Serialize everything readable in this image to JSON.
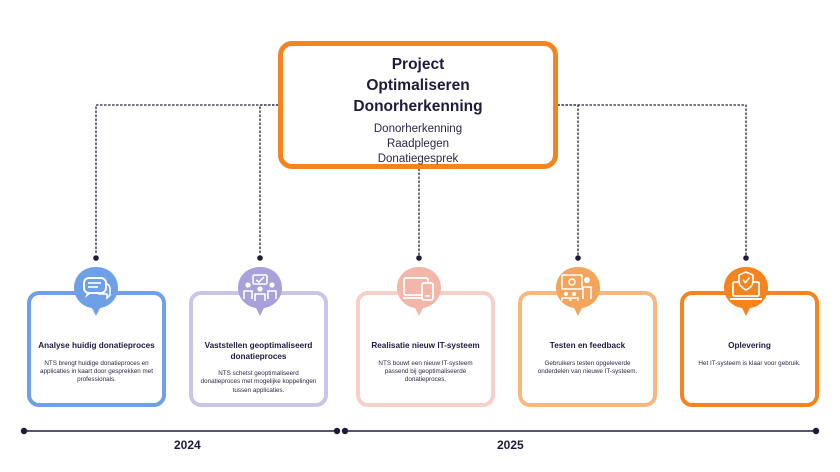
{
  "project": {
    "title_lines": [
      "Project",
      "Optimaliseren",
      "Donorherkenning"
    ],
    "sub_lines": [
      "Donorherkenning",
      "Raadplegen",
      "Donatiegesprek"
    ]
  },
  "phases": [
    {
      "title": "Analyse huidig donatieproces",
      "description": "NTS brengt huidige donatieproces en applicaties in kaart door gesprekken met professionals.",
      "icon": "chat-bubbles-icon",
      "color": "#6f9fe6"
    },
    {
      "title": "Vaststellen geoptimaliseerd donatieproces",
      "description": "NTS schetst geoptimaliseerd donatieproces met mogelijke koppelingen tussen applicaties.",
      "icon": "team-meeting-icon",
      "color": "#a9a2da"
    },
    {
      "title": "Realisatie nieuw IT-systeem",
      "description": "NTS bouwt een nieuw IT-systeem passend bij geoptimaliseerde donatieproces.",
      "icon": "devices-icon",
      "color": "#f2b7a8"
    },
    {
      "title": "Testen en feedback",
      "description": "Gebruikers testen opgeleverde onderdelen van nieuwe IT-systeem.",
      "icon": "presentation-icon",
      "color": "#f5a45c"
    },
    {
      "title": "Oplevering",
      "description": "Het IT-systeem is klaar voor gebruik.",
      "icon": "laptop-shield-icon",
      "color": "#f5841f"
    }
  ],
  "timeline": {
    "years": [
      "2024",
      "2025"
    ]
  }
}
